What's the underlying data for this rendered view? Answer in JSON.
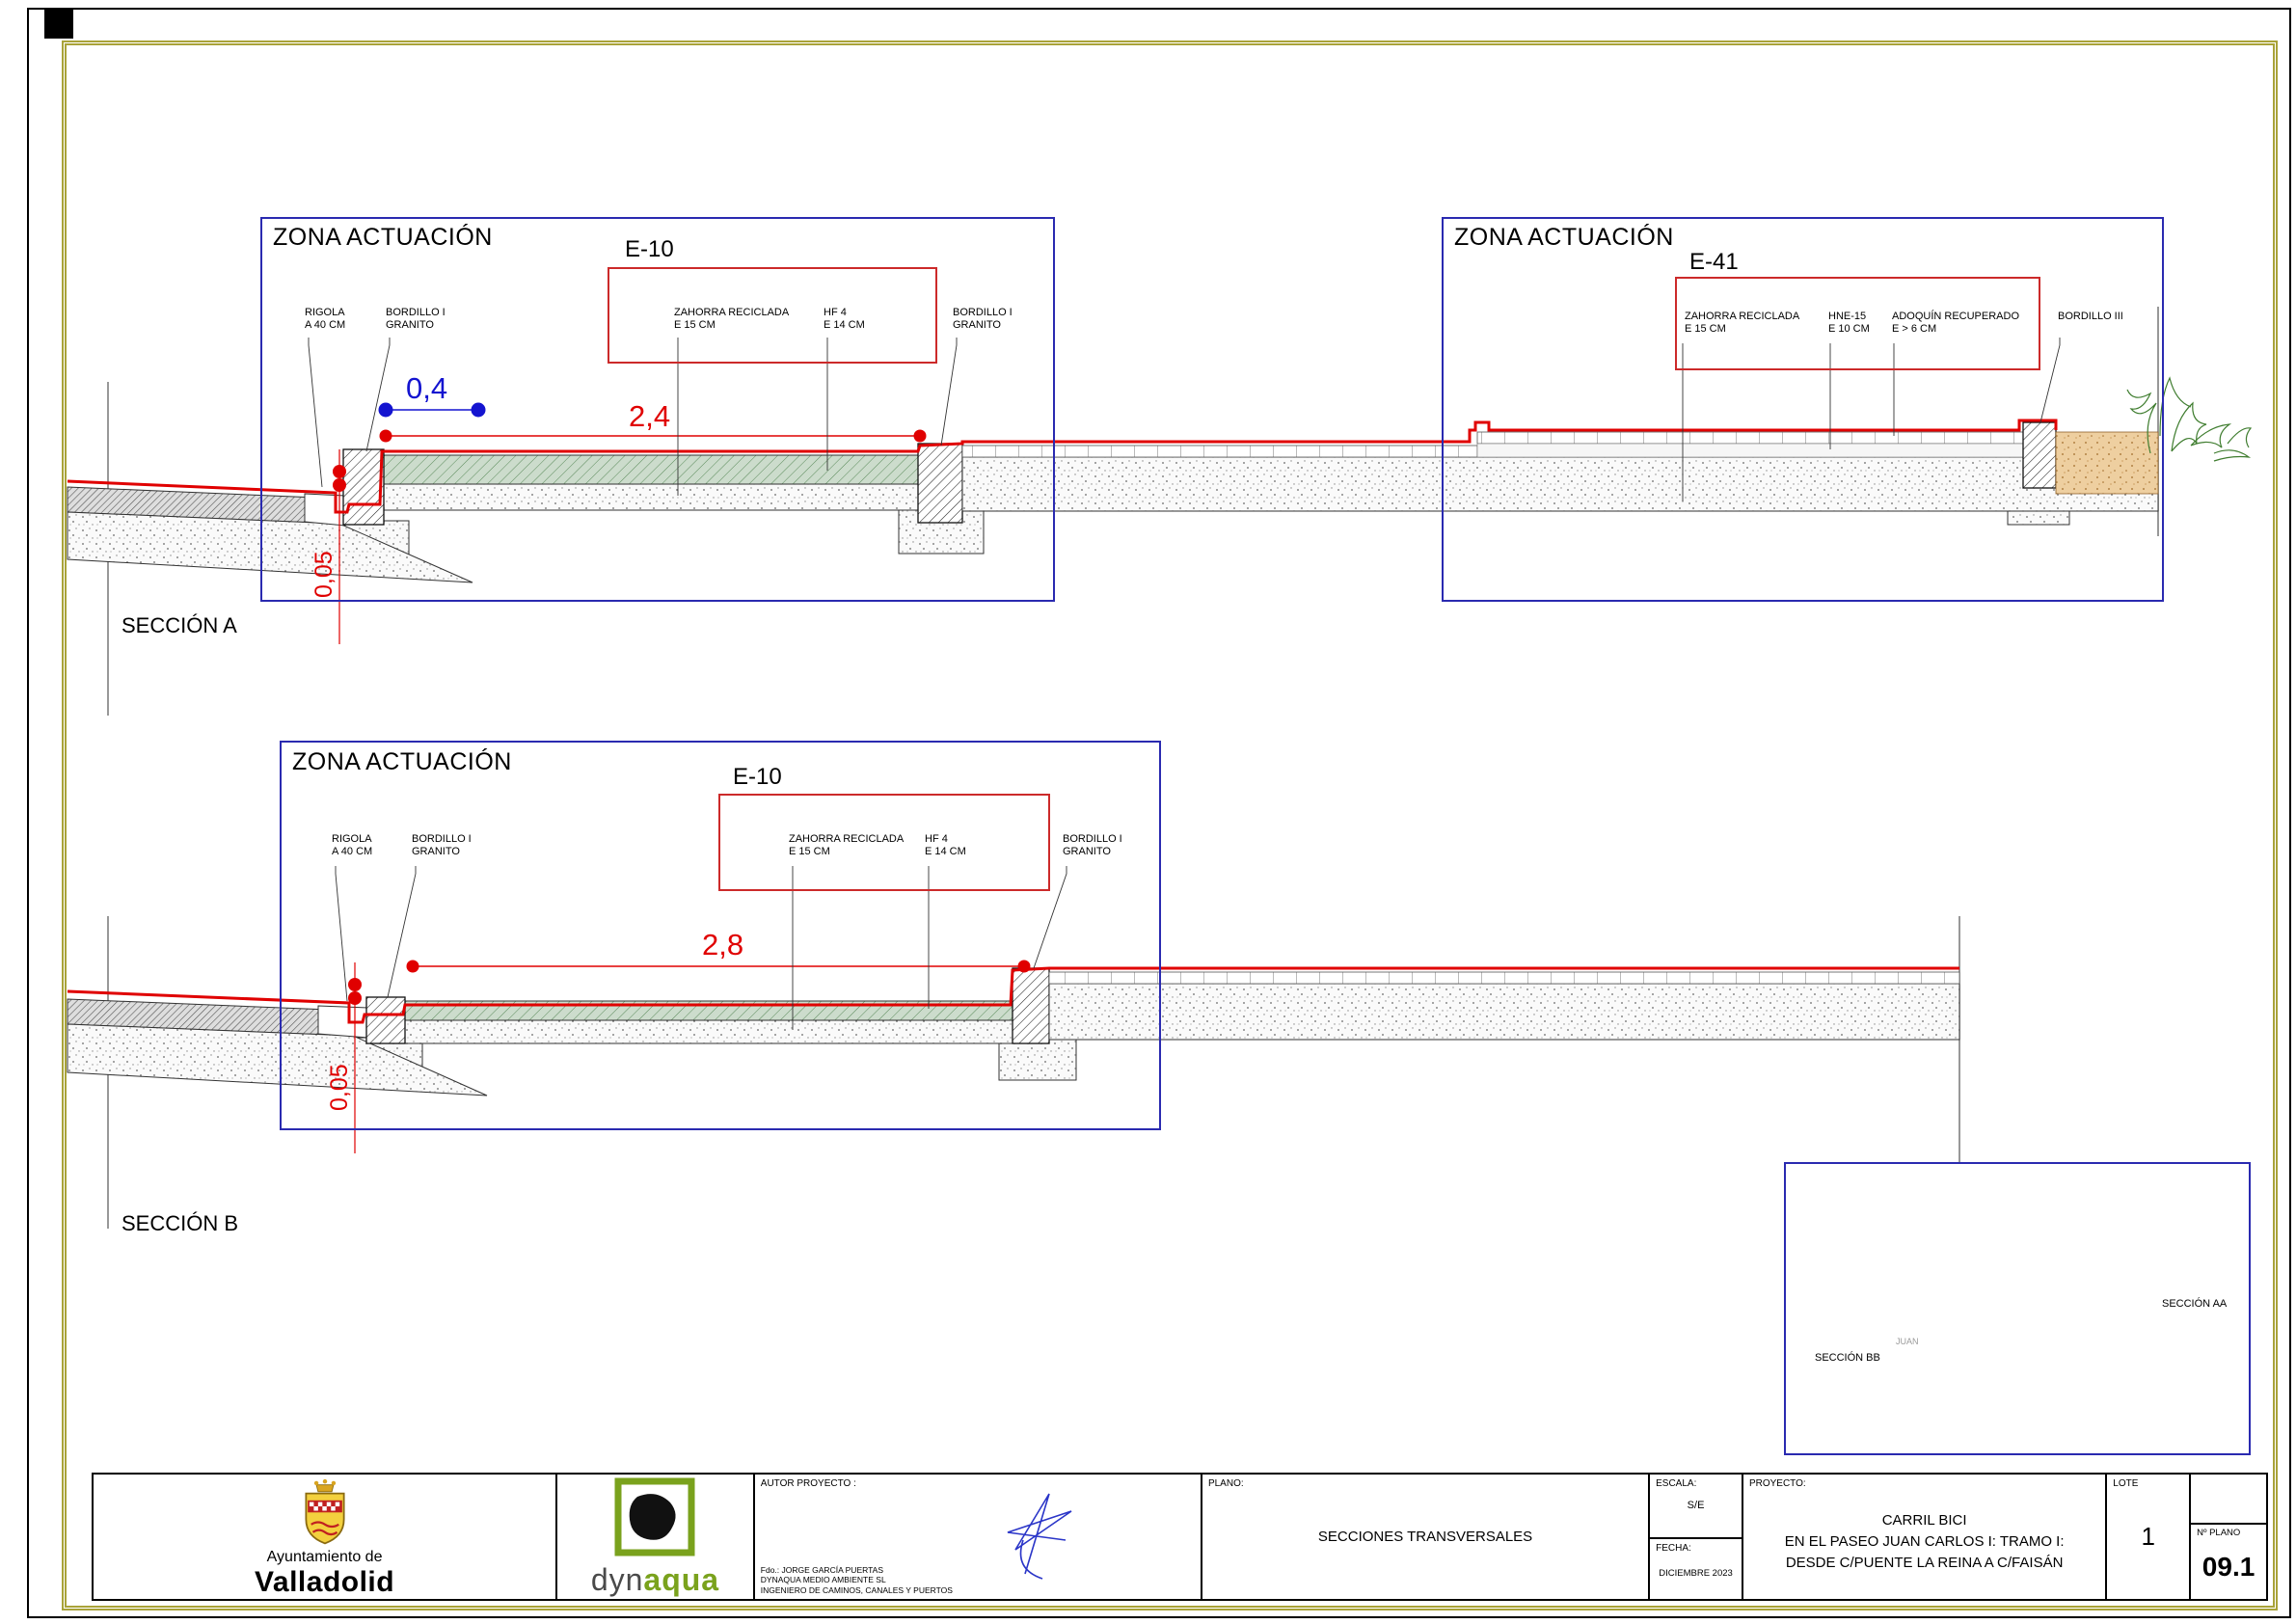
{
  "colors": {
    "accent_red": "#e00000",
    "accent_blue": "#1414d0",
    "zona_border_blue": "#2a2ab0",
    "detail_border_red": "#cc2a2a",
    "frame_olive": "#a9a339",
    "brand_green": "#7aa21d",
    "layer_green": "#ccdccc",
    "sand_tan": "#eecfa0"
  },
  "section_a": {
    "label": "SECCIÓN A",
    "zona_left": {
      "title": "ZONA ACTUACIÓN",
      "detail": "E-10",
      "callouts": [
        {
          "l1": "RIGOLA",
          "l2": "A 40 CM"
        },
        {
          "l1": "BORDILLO I",
          "l2": "GRANITO"
        },
        {
          "l1": "ZAHORRA RECICLADA",
          "l2": "E 15 CM"
        },
        {
          "l1": "HF 4",
          "l2": "E 14 CM"
        },
        {
          "l1": "BORDILLO I",
          "l2": "GRANITO"
        }
      ],
      "dim_blue": "0,4",
      "dim_red": "2,4",
      "dim_vert": "0,05"
    },
    "zona_right": {
      "title": "ZONA ACTUACIÓN",
      "detail": "E-41",
      "callouts": [
        {
          "l1": "ZAHORRA RECICLADA",
          "l2": "E 15 CM"
        },
        {
          "l1": "HNE-15",
          "l2": "E 10 CM"
        },
        {
          "l1": "ADOQUÍN RECUPERADO",
          "l2": "E > 6 CM"
        },
        {
          "l1": "BORDILLO III",
          "l2": ""
        }
      ]
    }
  },
  "section_b": {
    "label": "SECCIÓN B",
    "zona": {
      "title": "ZONA ACTUACIÓN",
      "detail": "E-10",
      "callouts": [
        {
          "l1": "RIGOLA",
          "l2": "A 40 CM"
        },
        {
          "l1": "BORDILLO I",
          "l2": "GRANITO"
        },
        {
          "l1": "ZAHORRA RECICLADA",
          "l2": "E 15 CM"
        },
        {
          "l1": "HF 4",
          "l2": "E 14 CM"
        },
        {
          "l1": "BORDILLO I",
          "l2": "GRANITO"
        }
      ],
      "dim_red": "2,8",
      "dim_vert": "0,05"
    }
  },
  "map": {
    "label_aa": "SECCIÓN AA",
    "label_bb": "SECCIÓN BB",
    "street_label": "JUAN"
  },
  "titleblock": {
    "client_line1": "Ayuntamiento de",
    "client_line2": "Valladolid",
    "brand_part1": "dyn",
    "brand_part2": "aqua",
    "autor_label": "AUTOR PROYECTO :",
    "autor_line1": "Fdo.: JORGE GARCÍA PUERTAS",
    "autor_line2": "DYNAQUA MEDIO AMBIENTE SL",
    "autor_line3": "INGENIERO DE CAMINOS, CANALES Y PUERTOS",
    "plano_label": "PLANO:",
    "plano_value": "SECCIONES TRANSVERSALES",
    "escala_label": "ESCALA:",
    "escala_value": "S/E",
    "fecha_label": "FECHA:",
    "fecha_value": "DICIEMBRE 2023",
    "proyecto_label": "PROYECTO:",
    "proyecto_line1": "CARRIL BICI",
    "proyecto_line2": "EN EL PASEO JUAN CARLOS I: TRAMO I:",
    "proyecto_line3": "DESDE C/PUENTE LA REINA A C/FAISÁN",
    "lote_label": "LOTE",
    "lote_value": "1",
    "nplano_label": "Nº PLANO",
    "nplano_value": "09.1"
  }
}
